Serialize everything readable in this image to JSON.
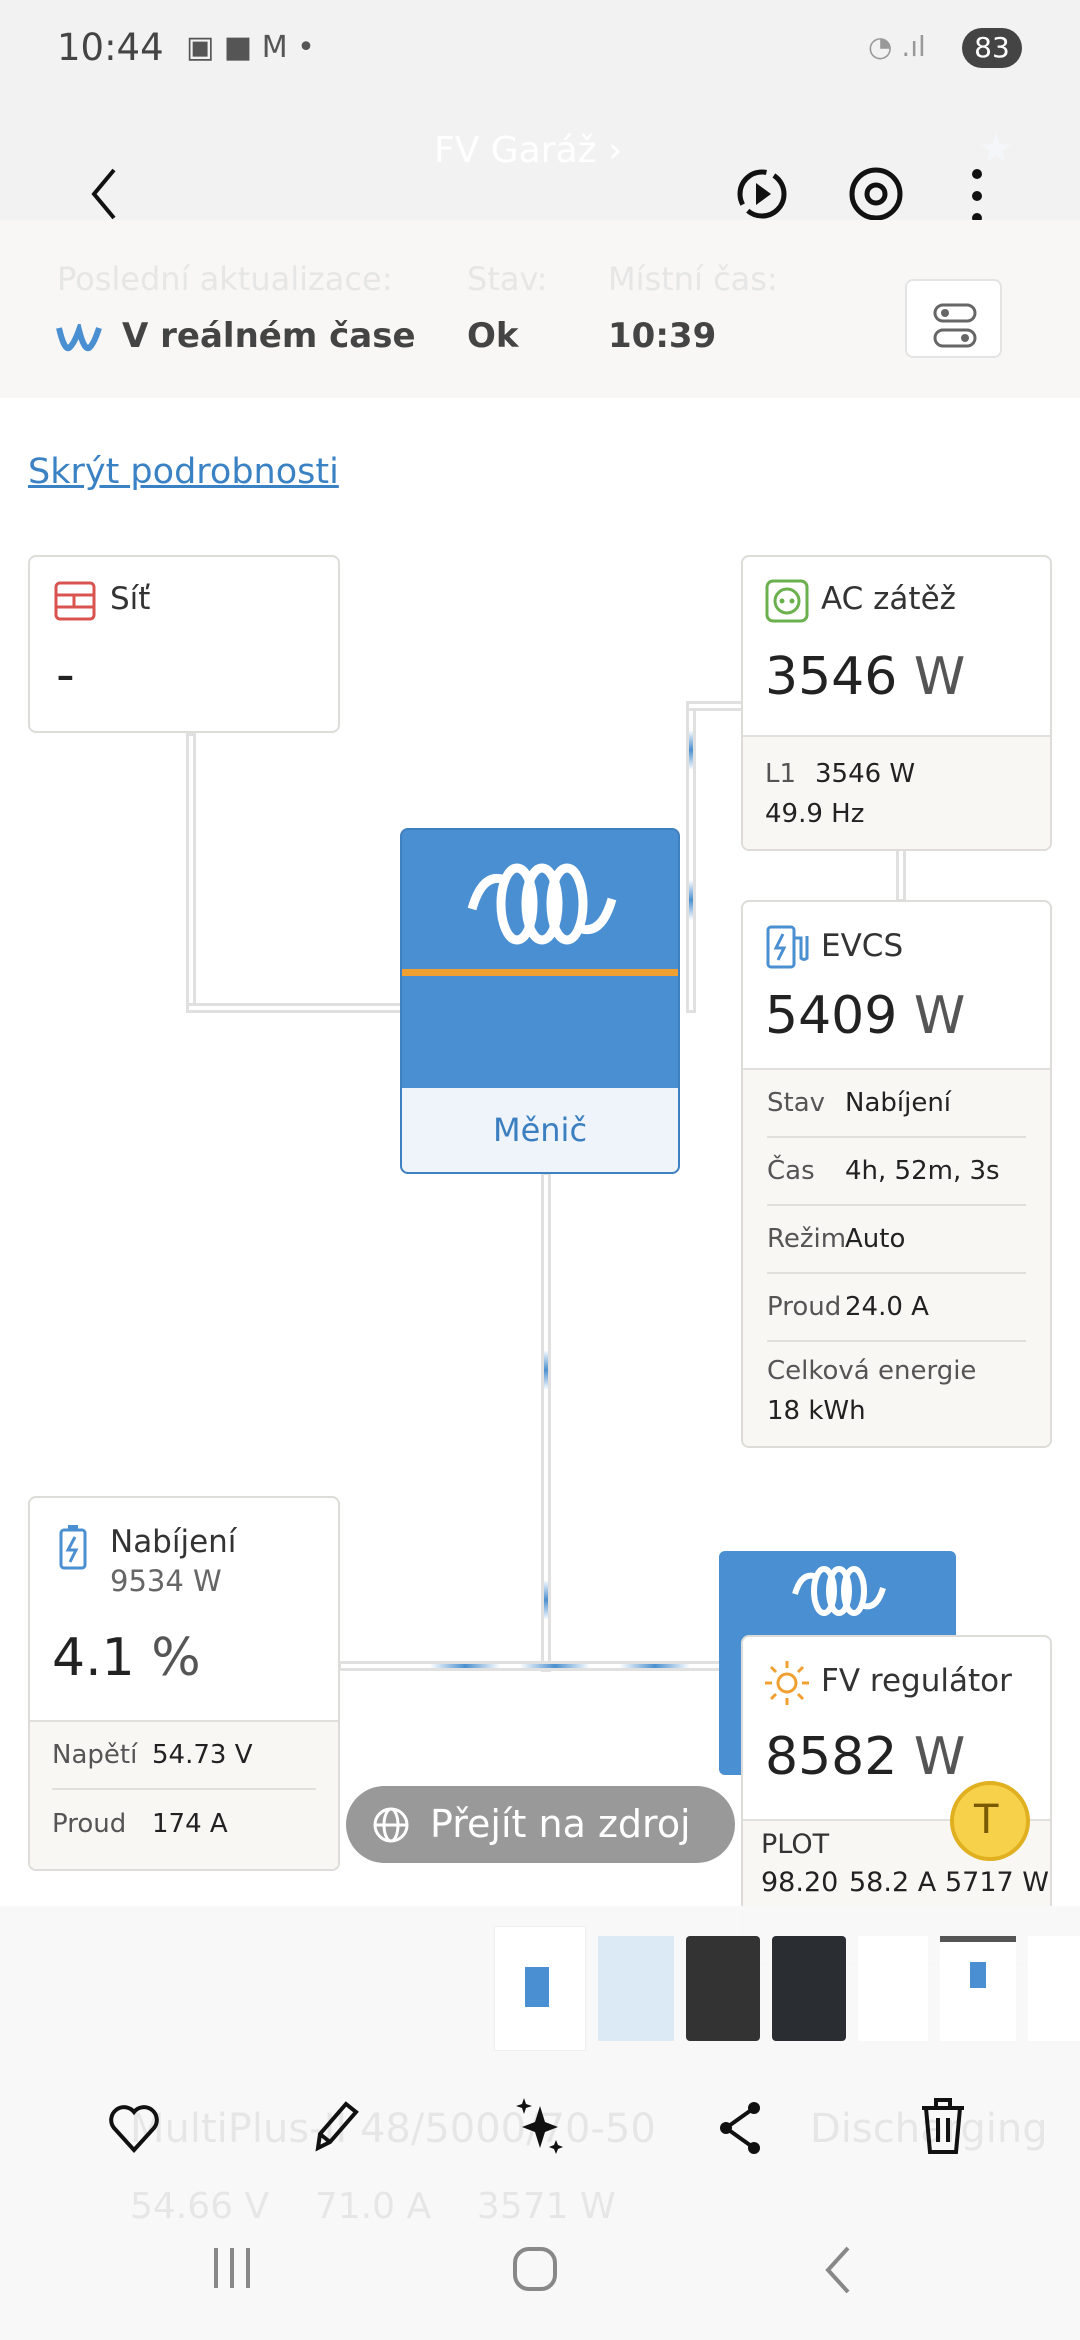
{
  "status_bar": {
    "time": "10:44",
    "battery": "83"
  },
  "header": {
    "title": "FV Garáž ›"
  },
  "info": {
    "last_update_label": "Poslední aktualizace:",
    "last_update_value": "V reálném čase",
    "state_label": "Stav:",
    "state_value": "Ok",
    "local_time_label": "Místní čas:",
    "local_time_value": "10:39"
  },
  "hide_details": "Skrýt podrobnosti",
  "grid": {
    "title": "Síť",
    "value": "-"
  },
  "ac_load": {
    "title": "AC zátěž",
    "value": "3546",
    "unit": "W",
    "l1_label": "L1",
    "l1_value": "3546 W",
    "freq": "49.9 Hz"
  },
  "evcs": {
    "title": "EVCS",
    "value": "5409",
    "unit": "W",
    "rows": [
      {
        "k": "Stav",
        "v": "Nabíjení"
      },
      {
        "k": "Čas",
        "v": "4h, 52m, 3s"
      },
      {
        "k": "Režim",
        "v": "Auto"
      },
      {
        "k": "Proud",
        "v": "24.0 A"
      }
    ],
    "energy_label": "Celková energie",
    "energy_value": "18 kWh"
  },
  "inverter": {
    "label": "Měnič"
  },
  "battery": {
    "title": "Nabíjení",
    "power": "9534 W",
    "soc": "4.1",
    "soc_unit": "%",
    "voltage_label": "Napětí",
    "voltage": "54.73 V",
    "current_label": "Proud",
    "current": "174 A"
  },
  "solar": {
    "title": "FV regulátor",
    "value": "8582",
    "unit": "W",
    "plot_label": "PLOT",
    "v1": "98.20",
    "v2": "58.2 A",
    "v3": "5717 W"
  },
  "goto_source": "Přejít na zdroj",
  "background_card": {
    "name": "MultiPlus-II 48/5000/70-50",
    "state": "Discharging",
    "values": "54.66 V    71.0 A    3571 W"
  },
  "colors": {
    "victron_blue": "#4a8fd1",
    "orange": "#f0a030",
    "link": "#3b82c4"
  }
}
